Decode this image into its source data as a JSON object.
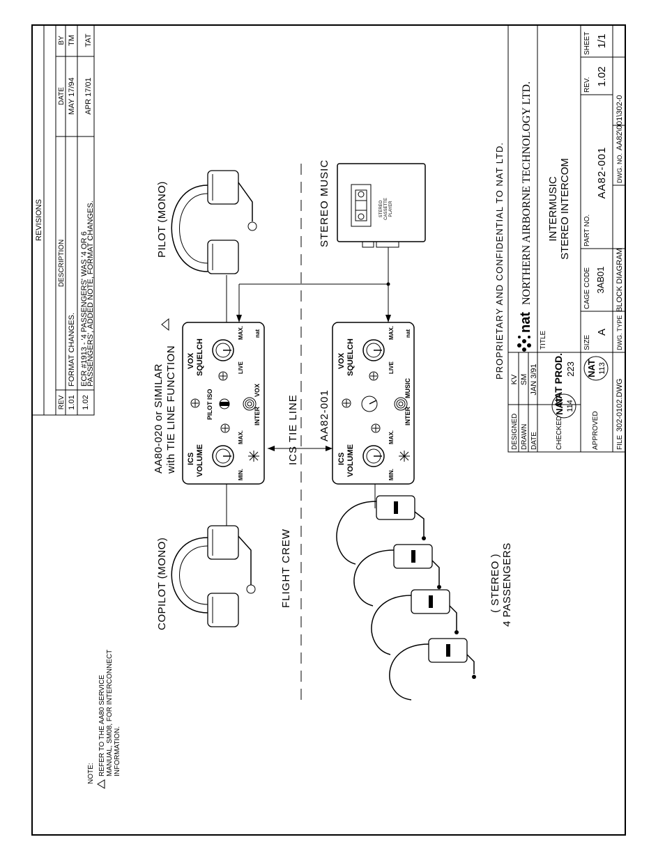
{
  "revisions": {
    "title": "REVISIONS",
    "headers": {
      "rev": "REV",
      "description": "DESCRIPTION",
      "date": "DATE",
      "by": "BY"
    },
    "rows": [
      {
        "rev": "1.01",
        "desc1": "FORMAT CHANGES.",
        "desc2": "",
        "date": "MAY 17/94",
        "by": "TM"
      },
      {
        "rev": "1.02",
        "desc1": "ECR #1913 - '4 PASSENGERS' WAS '4 OR 6",
        "desc2": "PASSENGERS', ADDED NOTE, FORMAT CHANGES.",
        "date": "APR 17/01",
        "by": "TAT"
      }
    ]
  },
  "labels": {
    "copilot": "COPILOT (MONO)",
    "pilot": "PILOT (MONO)",
    "flight_crew": "FLIGHT CREW",
    "ics_tie_line": "ICS TIE LINE",
    "stereo_music": "STEREO MUSIC",
    "aa80_line1": "AA80-020 or SIMILAR",
    "aa80_line2": "with TIE LINE FUNCTION",
    "aa82": "AA82-001",
    "stereo": "( STEREO )",
    "passengers": "4 PASSENGERS",
    "cassette_line1": "STEREO",
    "cassette_line2": "CASSETTE",
    "cassette_line3": "PLAYER"
  },
  "panel_top": {
    "ics": "ICS",
    "volume": "VOLUME",
    "min": "MIN.",
    "max": "MAX.",
    "pilot_iso": "PILOT ISO",
    "inter": "INTER",
    "vox": "VOX",
    "vox_title": "VOX",
    "squelch": "SQUELCH",
    "live": "LIVE",
    "max2": "MAX.",
    "nat": "nat"
  },
  "panel_bottom": {
    "ics": "ICS",
    "volume": "VOLUME",
    "min": "MIN.",
    "max": "MAX.",
    "inter": "INTER",
    "music": "MUSIC",
    "vox_title": "VOX",
    "squelch": "SQUELCH",
    "live": "LIVE",
    "max2": "MAX.",
    "nat": "nat"
  },
  "note": {
    "title": "NOTE:",
    "line1": "REFER TO THE AA80 SERVICE",
    "line2": "MANUAL, SM08, FOR INTERCONNECT",
    "line3": "INFORMATION."
  },
  "title_block": {
    "proprietary": "PROPRIETARY AND CONFIDENTIAL TO NAT LTD.",
    "company": "NORTHERN AIRBORNE TECHNOLOGY LTD.",
    "logo": "nat",
    "designed_label": "DESIGNED",
    "designed": "KV",
    "drawn_label": "DRAWN",
    "drawn": "SM",
    "date_label": "DATE",
    "date": "JAN 3/91",
    "checked_label": "CHECKED",
    "approved_label": "APPROVED",
    "stamp1_top": "NAT",
    "stamp1_num": "114",
    "stamp2_text": "NAT PROD.",
    "stamp2_num": "223",
    "stamp3_top": "NAT",
    "stamp3_num": "113",
    "title_label": "TITLE",
    "title1": "INTERMUSIC",
    "title2": "STEREO INTERCOM",
    "size_label": "SIZE",
    "size": "A",
    "cage_label": "CAGE CODE",
    "cage": "3AB01",
    "part_label": "PART NO.",
    "part": "AA82-001",
    "rev_label": "REV.",
    "rev": "1.02",
    "sheet_label": "SHEET",
    "sheet": "1/1",
    "file_label": "FILE",
    "file": "302-0102.DWG",
    "dwgtype_label": "DWG. TYPE",
    "dwgtype": "BLOCK DIAGRAM",
    "dwgno_label": "DWG. NO.",
    "dwgno": "AA82\\001\\302-0"
  }
}
